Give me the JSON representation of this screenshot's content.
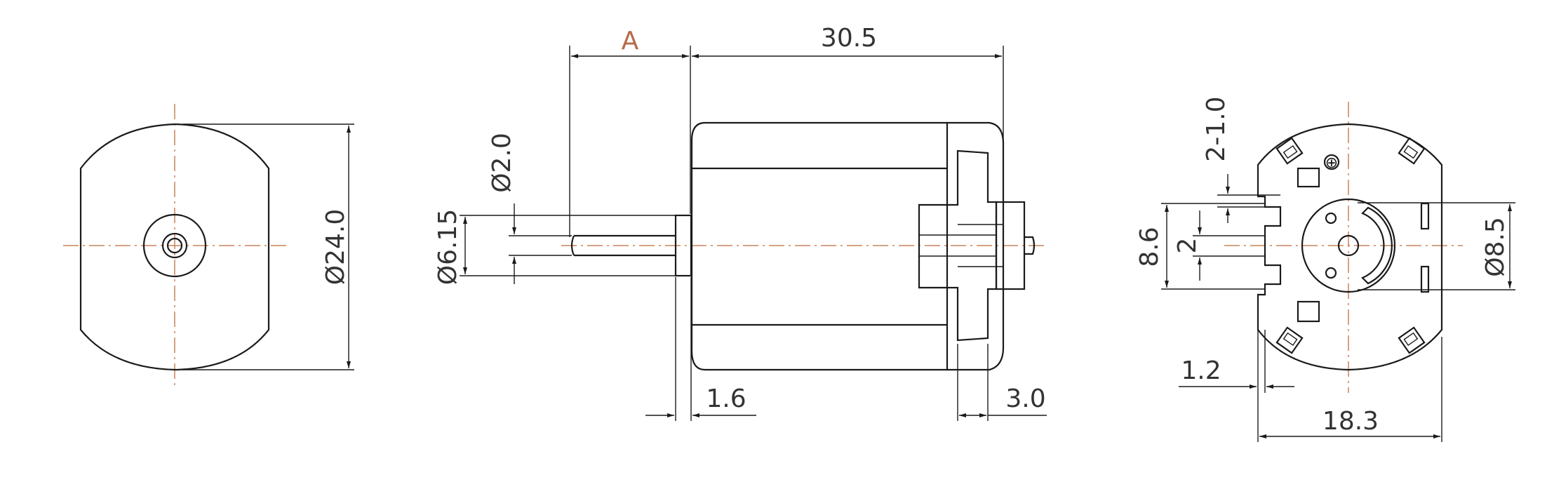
{
  "colors": {
    "line": "#1a1a1a",
    "centerline": "#c9835a",
    "dimension_text": "#333333",
    "label_A": "#b86a48",
    "background": "#ffffff"
  },
  "front_view": {
    "diameter_label": "Ø24.0"
  },
  "side_view": {
    "label_A": "A",
    "length_label": "30.5",
    "shaft_diameter_label": "Ø2.0",
    "boss_diameter_label": "Ø6.15",
    "boss_length_label": "1.6",
    "endcap_length_label": "3.0"
  },
  "rear_view": {
    "terminal_hole_label": "2-1.0",
    "height_label": "8.6",
    "gap_label": "2",
    "bearing_diameter_label": "Ø8.5",
    "terminal_offset_label": "1.2",
    "width_label": "18.3",
    "plus_symbol": "⊕"
  }
}
